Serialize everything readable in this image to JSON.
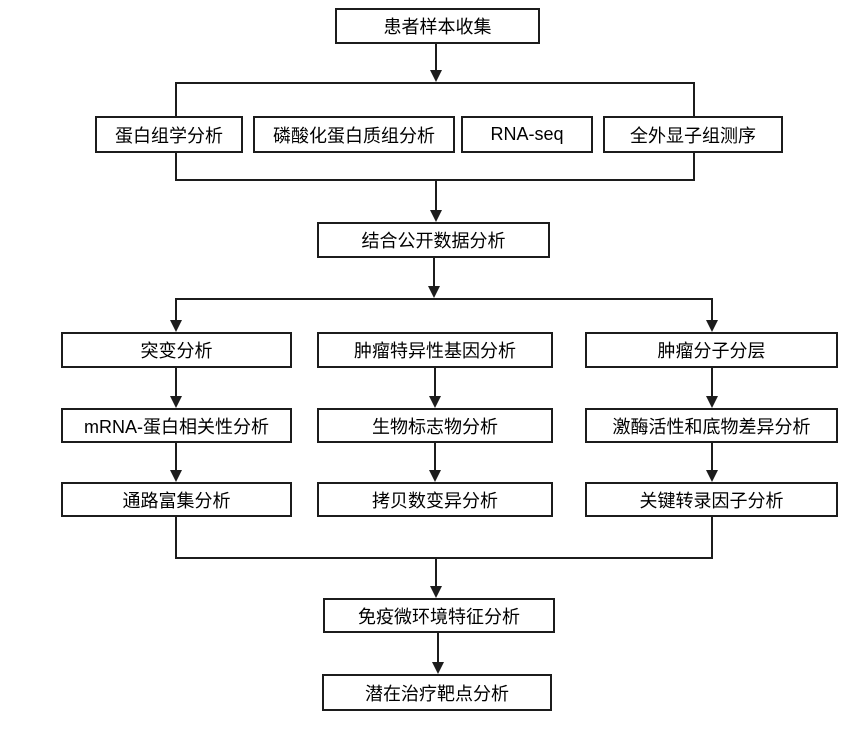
{
  "diagram": {
    "type": "flowchart",
    "background_color": "#ffffff",
    "line_color": "#1c1c1c",
    "box_fill_color": "#ffffff",
    "text_color": "#000000",
    "nodes": {
      "patient_sample": "患者样本收集",
      "proteomics": "蛋白组学分析",
      "phosphoproteomics": "磷酸化蛋白质组分析",
      "rna_seq": "RNA-seq",
      "wes": "全外显子组测序",
      "combined_public_data": "结合公开数据分析",
      "mutation": "突变分析",
      "tumor_specific_gene": "肿瘤特异性基因分析",
      "tumor_stratification": "肿瘤分子分层",
      "mrna_protein_correlation": "mRNA-蛋白相关性分析",
      "biomarker": "生物标志物分析",
      "kinase_substrate": "激酶活性和底物差异分析",
      "pathway_enrichment": "通路富集分析",
      "cnv": "拷贝数变异分析",
      "key_tf": "关键转录因子分析",
      "immune_microenvironment": "免疫微环境特征分析",
      "therapeutic_target": "潜在治疗靶点分析"
    },
    "edges": [
      {
        "from": "patient_sample",
        "to": "omics_group"
      },
      {
        "from": "omics_group",
        "to": "combined_public_data"
      },
      {
        "from": "combined_public_data",
        "to": "mutation"
      },
      {
        "from": "combined_public_data",
        "to": "tumor_specific_gene"
      },
      {
        "from": "combined_public_data",
        "to": "tumor_stratification"
      },
      {
        "from": "mutation",
        "to": "mrna_protein_correlation"
      },
      {
        "from": "mrna_protein_correlation",
        "to": "pathway_enrichment"
      },
      {
        "from": "tumor_specific_gene",
        "to": "biomarker"
      },
      {
        "from": "biomarker",
        "to": "cnv"
      },
      {
        "from": "tumor_stratification",
        "to": "kinase_substrate"
      },
      {
        "from": "kinase_substrate",
        "to": "key_tf"
      },
      {
        "from": "pathway_enrichment",
        "to": "immune_microenvironment"
      },
      {
        "from": "cnv",
        "to": "immune_microenvironment"
      },
      {
        "from": "key_tf",
        "to": "immune_microenvironment"
      },
      {
        "from": "immune_microenvironment",
        "to": "therapeutic_target"
      }
    ]
  }
}
